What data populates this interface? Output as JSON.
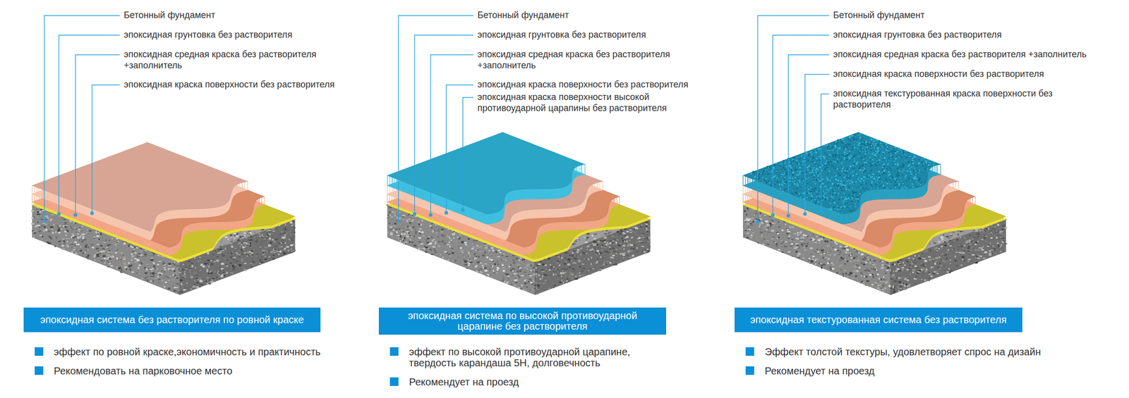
{
  "diagram": {
    "nodes": [
      {
        "text": [
          "эпоксидная система без растворителя по ровной краске"
        ]
      },
      {
        "text": [
          "эпоксидная система по высокой противоударной царапине без растворителя"
        ]
      },
      {
        "text": [
          "эпоксидная текстурованная система без растворителя"
        ]
      }
    ],
    "labels": [
      "Бетонный фундамент",
      "эпоксидная грунтовка без растворителя",
      "эпоксидная средная краска без растворителя +заполнитель",
      "эпоксидная краска поверхности без растворителя",
      "эффект по ровной краске,экономичность и практичность",
      "Рекомендовать на парковочное место",
      "Бетонный фундамент",
      "эпоксидная грунтовка без растворителя",
      "эпоксидная средная краска без растворителя +заполнитель",
      "эпоксидная краска поверхности без растворителя",
      "эпоксидная краска поверхности высокой противоударной царапины без растворителя",
      "эффект по высокой противоударной царапине, твердость карандаша 5H, долговечность",
      "Рекомендует на проезд",
      "Бетонный фундамент",
      "эпоксидная грунтовка без растворителя",
      "эпоксидная средная краска без растворителя +заполнитель",
      "эпоксидная краска поверхности без растворителя",
      "эпоксидная текстурованная краска поверхности без растворителя",
      "Эффект толстой текстуры, удовлетворяет спрос на дизайн",
      "Рекомендует на проезд"
    ]
  }
}
